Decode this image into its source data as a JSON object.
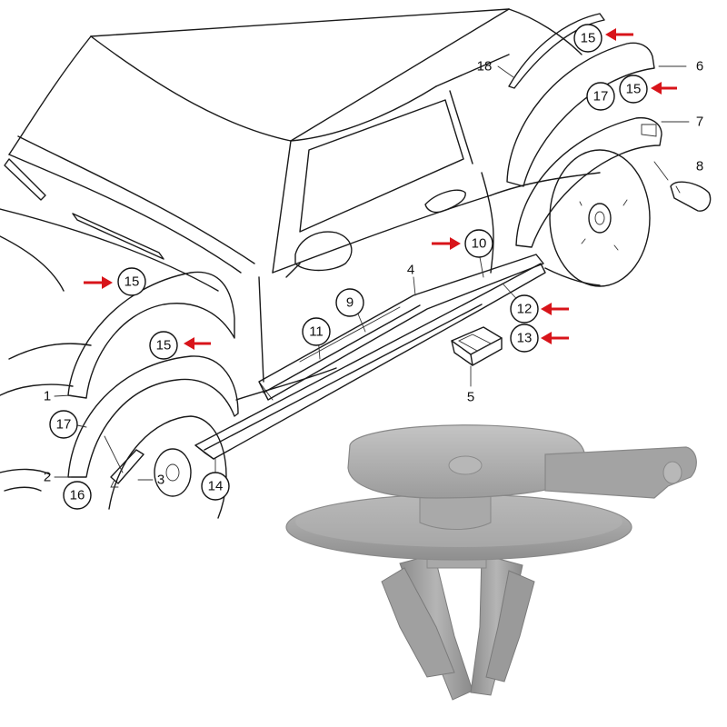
{
  "callouts_circled": [
    {
      "id": "c15a",
      "label": "15"
    },
    {
      "id": "c15b",
      "label": "15"
    },
    {
      "id": "c15c",
      "label": "15"
    },
    {
      "id": "c15d",
      "label": "15"
    },
    {
      "id": "c17a",
      "label": "17"
    },
    {
      "id": "c17b",
      "label": "17"
    },
    {
      "id": "c16",
      "label": "16"
    },
    {
      "id": "c14",
      "label": "14"
    },
    {
      "id": "c11",
      "label": "11"
    },
    {
      "id": "c9",
      "label": "9"
    },
    {
      "id": "c10",
      "label": "10"
    },
    {
      "id": "c12",
      "label": "12"
    },
    {
      "id": "c13",
      "label": "13"
    }
  ],
  "callouts_plain": [
    {
      "id": "p18",
      "label": "18"
    },
    {
      "id": "p6",
      "label": "6"
    },
    {
      "id": "p7",
      "label": "7"
    },
    {
      "id": "p8",
      "label": "8"
    },
    {
      "id": "p4",
      "label": "4"
    },
    {
      "id": "p5",
      "label": "5"
    },
    {
      "id": "p1",
      "label": "1"
    },
    {
      "id": "p2",
      "label": "2"
    },
    {
      "id": "p3",
      "label": "3"
    }
  ],
  "colors": {
    "arrow": "#d8141a",
    "line": "#1a1a1a",
    "clip_plastic": "#a9a9a9"
  }
}
